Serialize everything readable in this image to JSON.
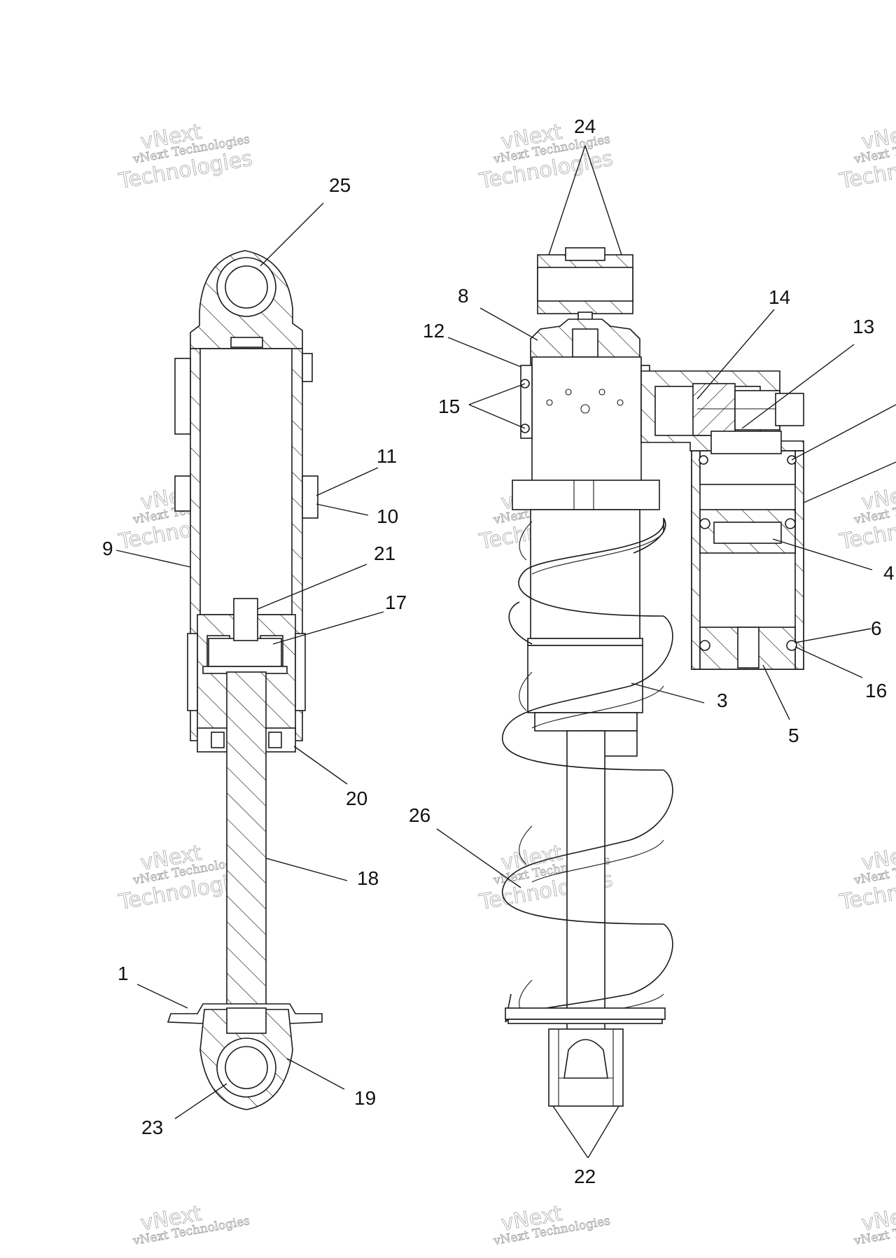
{
  "diagram": {
    "callouts": {
      "c1": "1",
      "c3": "3",
      "c4": "4",
      "c5": "5",
      "c6": "6",
      "c8": "8",
      "c9": "9",
      "c10": "10",
      "c11": "11",
      "c12": "12",
      "c13": "13",
      "c14": "14",
      "c15": "15",
      "c16": "16",
      "c17": "17",
      "c18": "18",
      "c19": "19",
      "c20": "20",
      "c21": "21",
      "c22": "22",
      "c23": "23",
      "c24": "24",
      "c25": "25",
      "c26": "26"
    },
    "watermark": {
      "line1": "vNext",
      "line2": "vNext Technologies",
      "line3": "Technologies"
    }
  },
  "colors": {
    "line": "#1a1a1a",
    "background": "#ffffff",
    "watermark": "#a0a0a0"
  }
}
